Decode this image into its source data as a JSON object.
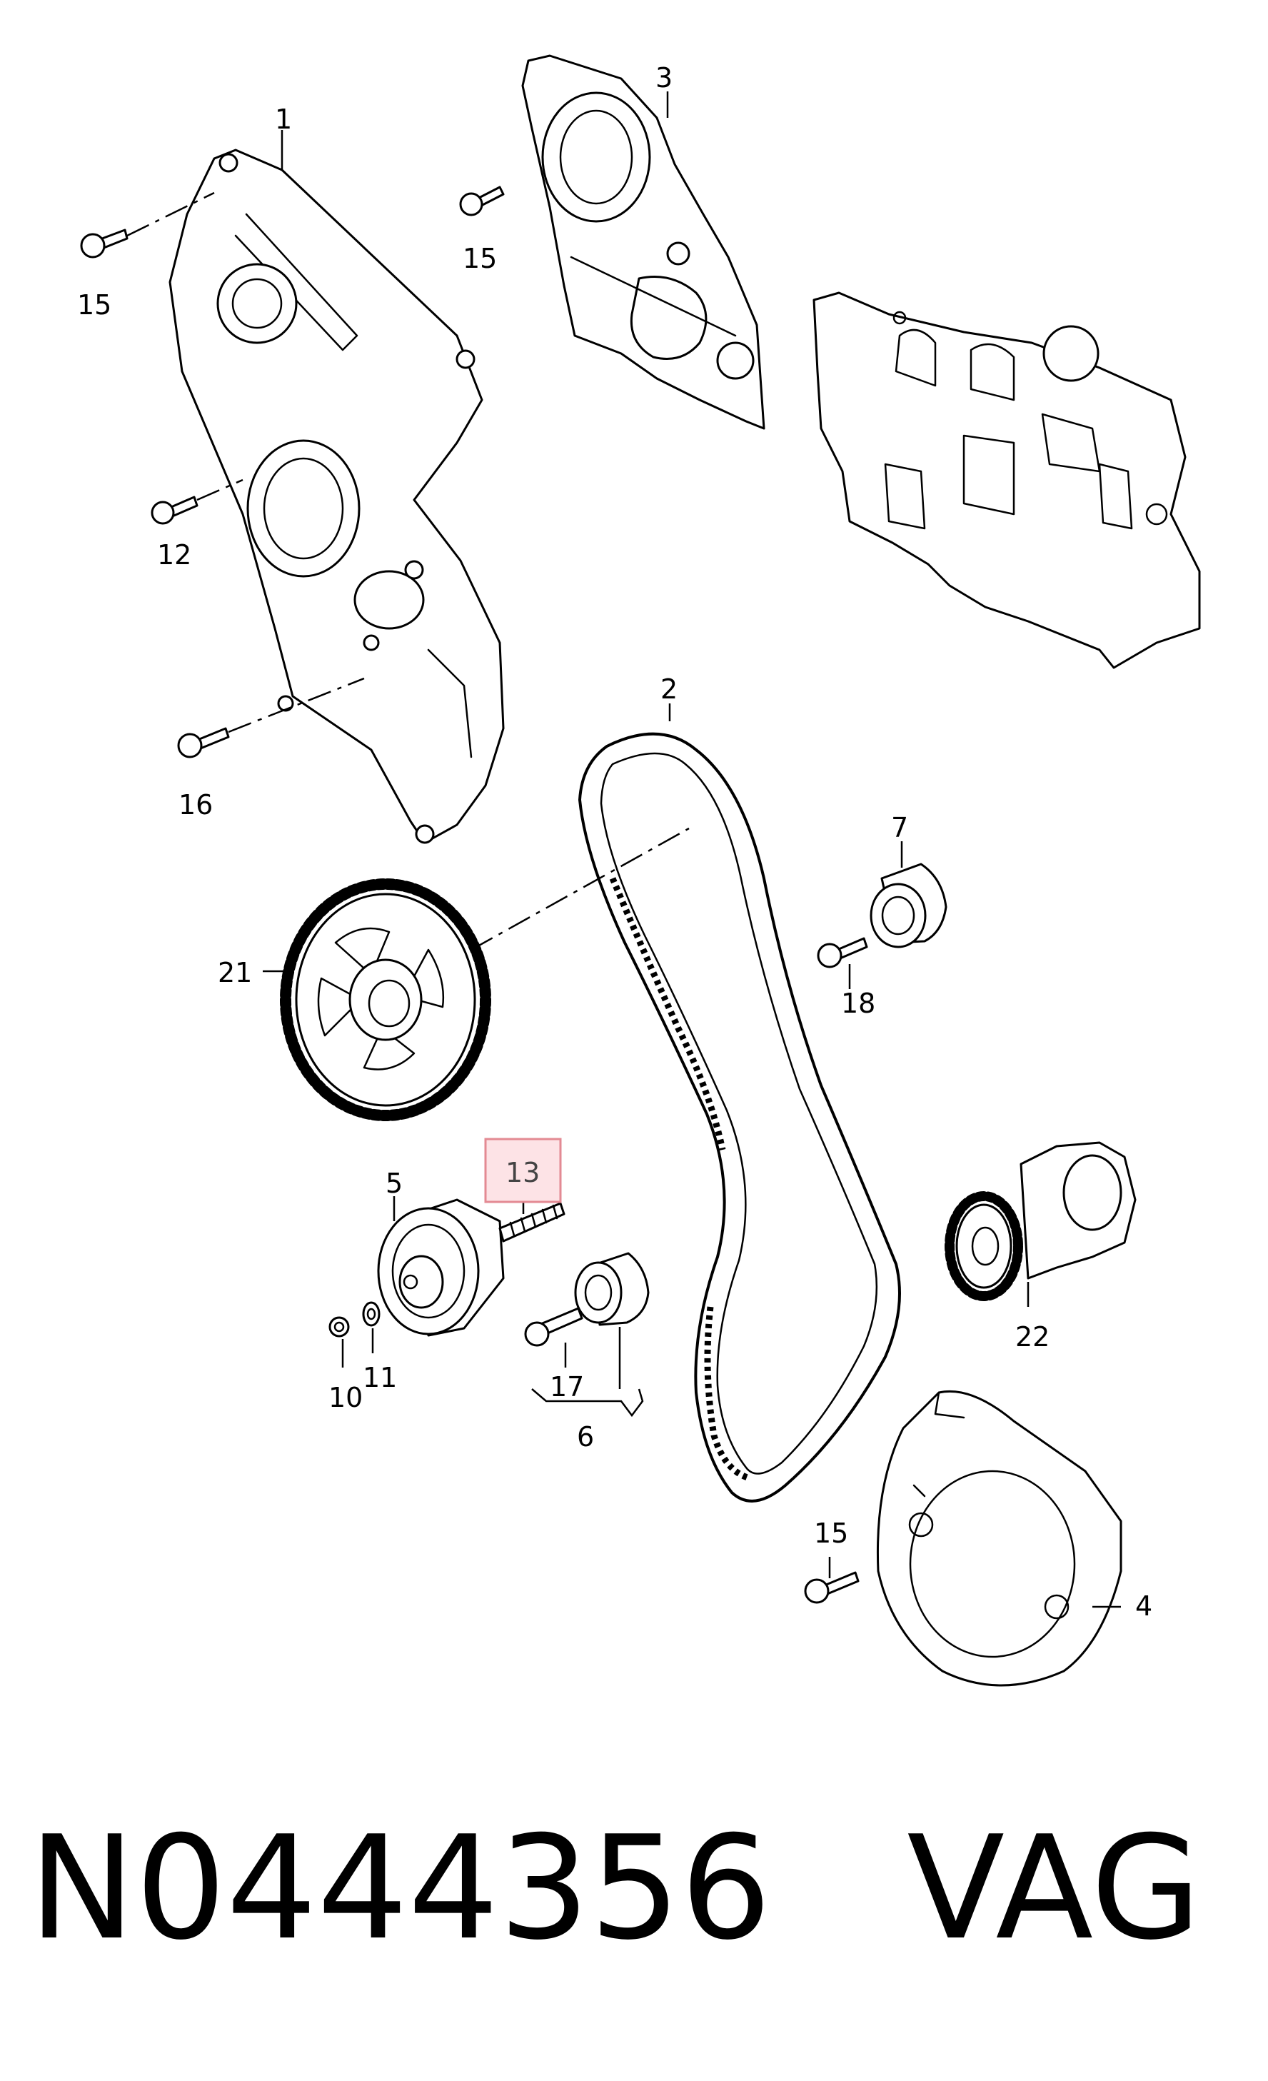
{
  "labels": {
    "l1": "1",
    "l2": "2",
    "l3": "3",
    "l4": "4",
    "l5": "5",
    "l6": "6",
    "l7": "7",
    "l10": "10",
    "l11": "11",
    "l12": "12",
    "l13": "13",
    "l15a": "15",
    "l15b": "15",
    "l15c": "15",
    "l16": "16",
    "l17": "17",
    "l18": "18",
    "l21": "21",
    "l22": "22"
  },
  "highlighted_label": "13",
  "highlight_color": "#fde3e6",
  "footer": {
    "part_number": "N0444356",
    "brand": "VAG"
  }
}
